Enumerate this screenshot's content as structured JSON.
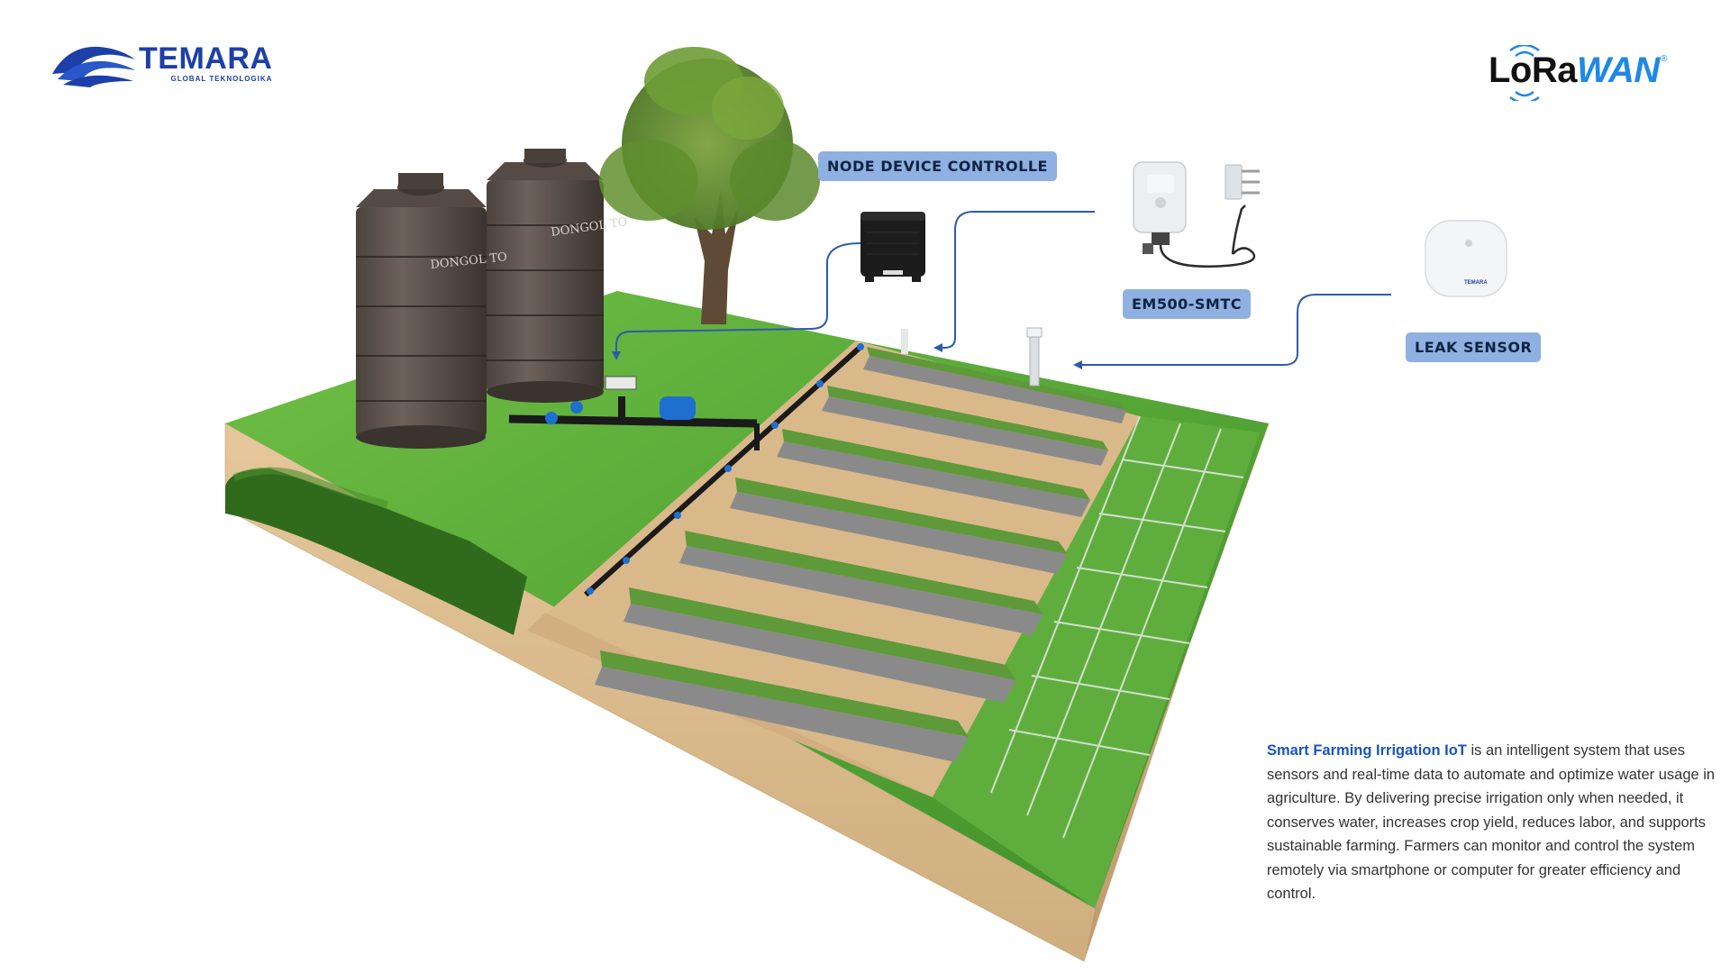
{
  "brand": {
    "name": "TEMARA",
    "tagline": "GLOBAL TEKNOLOGIKA",
    "logo_icon": "wave-logo-icon",
    "color": "#1d3fa8"
  },
  "lorawan": {
    "lora": "LoRa",
    "wan": "WAN",
    "reg": "®",
    "icon": "wireless-signal-icon"
  },
  "labels": {
    "node": "NODE DEVICE CONTROLLE",
    "em500": "EM500-SMTC",
    "leak": "LEAK SENSOR"
  },
  "tank_text": "DONGOL TO",
  "description": {
    "highlight": "Smart Farming Irrigation IoT",
    "body": " is an intelligent system that uses sensors and real-time data to automate and optimize water usage in agriculture. By delivering precise irrigation only when needed, it conserves water, increases crop yield, reduces labor, and supports sustainable farming. Farmers can monitor and control the system remotely via smartphone or computer for greater efficiency and control."
  },
  "colors": {
    "label_bg": "#8fb0e0",
    "connector": "#2d5ca8",
    "grass": "#5aa838",
    "soil": "#d8b98c",
    "accent_blue": "#1a55b8"
  }
}
